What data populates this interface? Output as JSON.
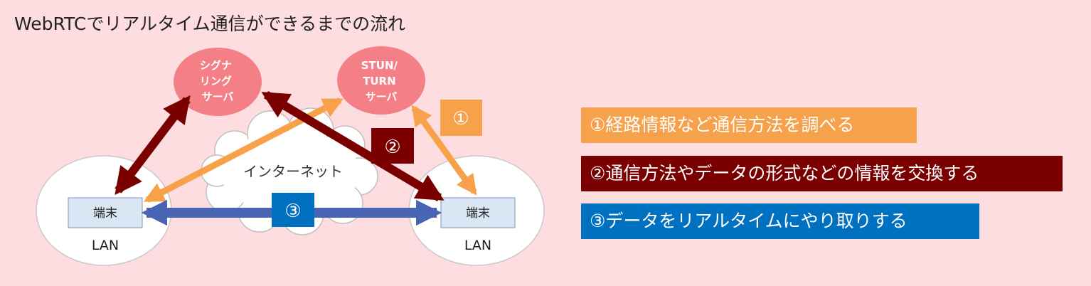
{
  "title": "WebRTCでリアルタイム通信ができるまでの流れ",
  "signaling_server": {
    "line1": "シグナ",
    "line2": "リング",
    "line3": "サーバ"
  },
  "stun_server": {
    "line1": "STUN/",
    "line2": "TURN",
    "line3": "サーバ"
  },
  "internet_label": "インターネット",
  "left_lan": {
    "terminal": "端末",
    "label": "LAN"
  },
  "right_lan": {
    "terminal": "端末",
    "label": "LAN"
  },
  "step_markers": {
    "one": "①",
    "two": "②",
    "three": "③"
  },
  "legend": [
    {
      "text": "①経路情報など通信方法を調べる",
      "color": "#f7a14a"
    },
    {
      "text": "②通信方法やデータの形式などの情報を交換する",
      "color": "#7a0000"
    },
    {
      "text": "③データをリアルタイムにやり取りする",
      "color": "#0070c0"
    }
  ],
  "colors": {
    "background": "#fddde0",
    "server": "#f47f86",
    "orange": "#f7a14a",
    "darkred": "#7a0000",
    "blue": "#0070c0",
    "blue_arrow": "#4a64b4"
  }
}
